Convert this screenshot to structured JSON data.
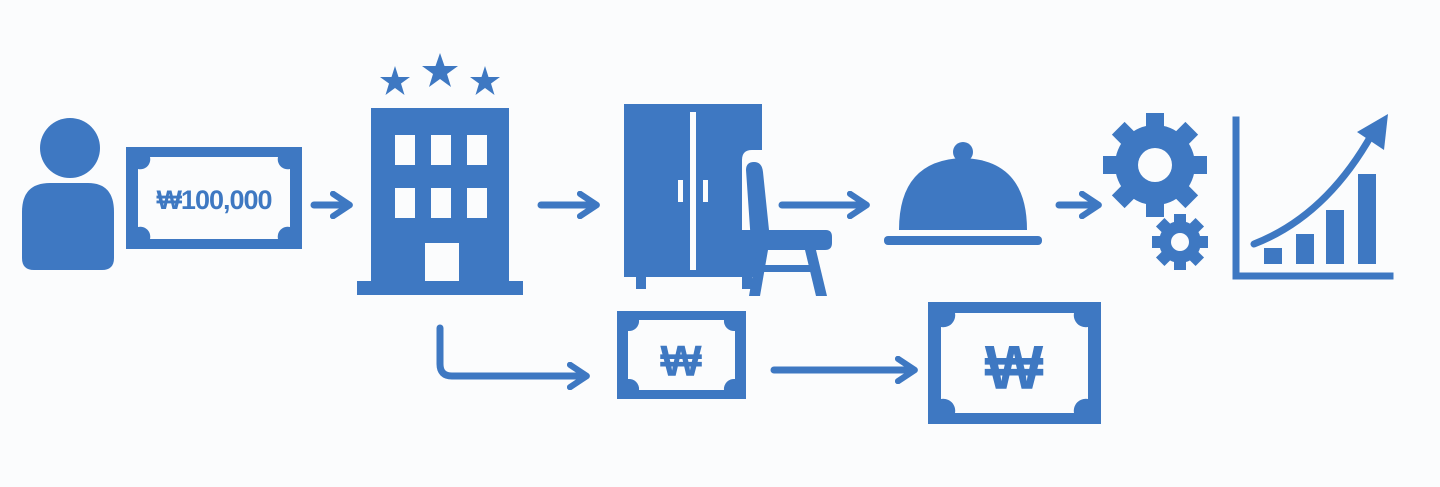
{
  "diagram": {
    "accent_color": "#3e78c2",
    "background_color": "#fbfcfd",
    "nodes": [
      {
        "id": "person",
        "icon": "person-icon"
      },
      {
        "id": "payment",
        "icon": "banknote-icon",
        "text": "₩100,000"
      },
      {
        "id": "hotel",
        "icon": "hotel-building-icon"
      },
      {
        "id": "furniture",
        "icon": "wardrobe-chair-icon"
      },
      {
        "id": "food",
        "icon": "cloche-icon"
      },
      {
        "id": "operations",
        "icon": "gears-icon"
      },
      {
        "id": "growth",
        "icon": "growth-chart-icon"
      },
      {
        "id": "won-small",
        "icon": "won-banknote-icon",
        "text": "₩"
      },
      {
        "id": "won-large",
        "icon": "won-banknote-icon",
        "text": "₩"
      }
    ],
    "edges": [
      {
        "from": "payment",
        "to": "hotel"
      },
      {
        "from": "hotel",
        "to": "furniture"
      },
      {
        "from": "furniture",
        "to": "food"
      },
      {
        "from": "food",
        "to": "operations"
      },
      {
        "from": "hotel",
        "to": "won-small"
      },
      {
        "from": "won-small",
        "to": "won-large"
      }
    ]
  }
}
